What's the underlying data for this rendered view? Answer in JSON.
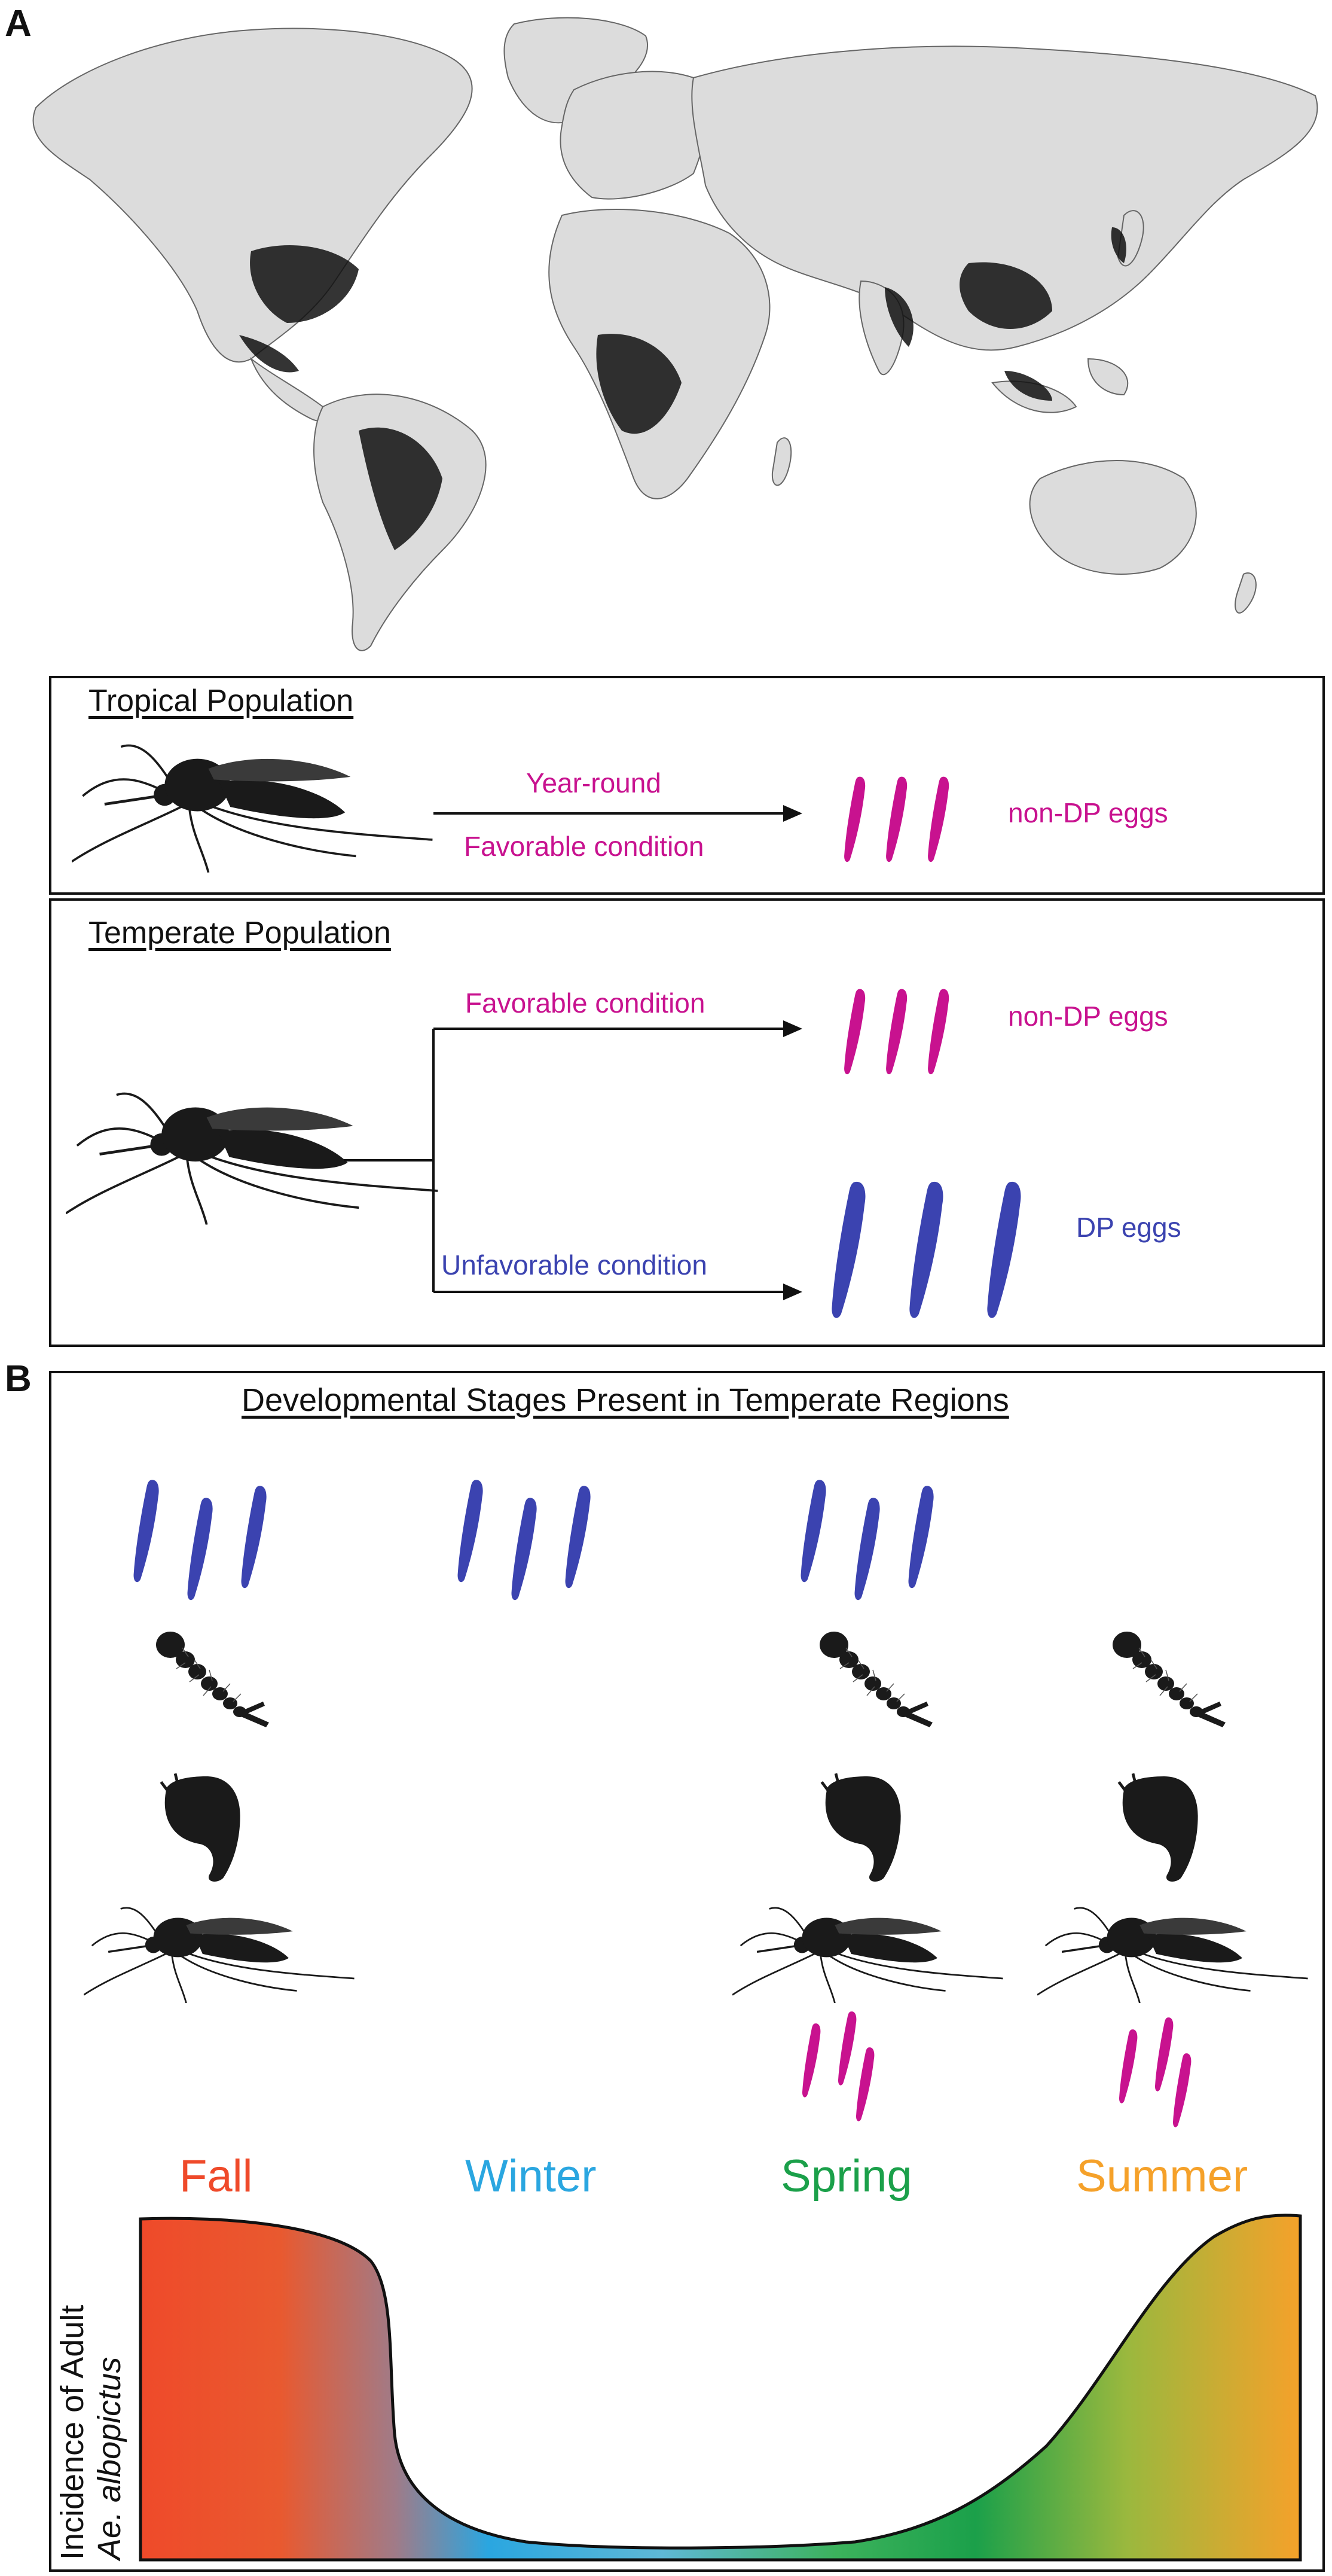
{
  "panel_a": {
    "label": "A",
    "tropical": {
      "title": "Tropical Population",
      "arrow_top": "Year-round",
      "arrow_bottom": "Favorable condition",
      "eggs_label": "non-DP eggs"
    },
    "temperate": {
      "title": "Temperate Population",
      "favorable": "Favorable condition",
      "unfavorable": "Unfavorable condition",
      "nondp_label": "non-DP eggs",
      "dp_label": "DP eggs"
    }
  },
  "panel_b": {
    "label": "B",
    "title": "Developmental Stages Present in Temperate Regions",
    "seasons": [
      {
        "name": "Fall",
        "color": "#ef4a2a"
      },
      {
        "name": "Winter",
        "color": "#2aa6e0"
      },
      {
        "name": "Spring",
        "color": "#1ba04a"
      },
      {
        "name": "Summer",
        "color": "#f5a12a"
      }
    ],
    "ylabel_line1": "Incidence of Adult",
    "ylabel_line2": "Ae. albopictus"
  },
  "colors": {
    "nondp_egg": "#c8128f",
    "dp_egg": "#3b43b0",
    "map_land": "#dcdcdc",
    "insect": "#1a1a1a"
  }
}
